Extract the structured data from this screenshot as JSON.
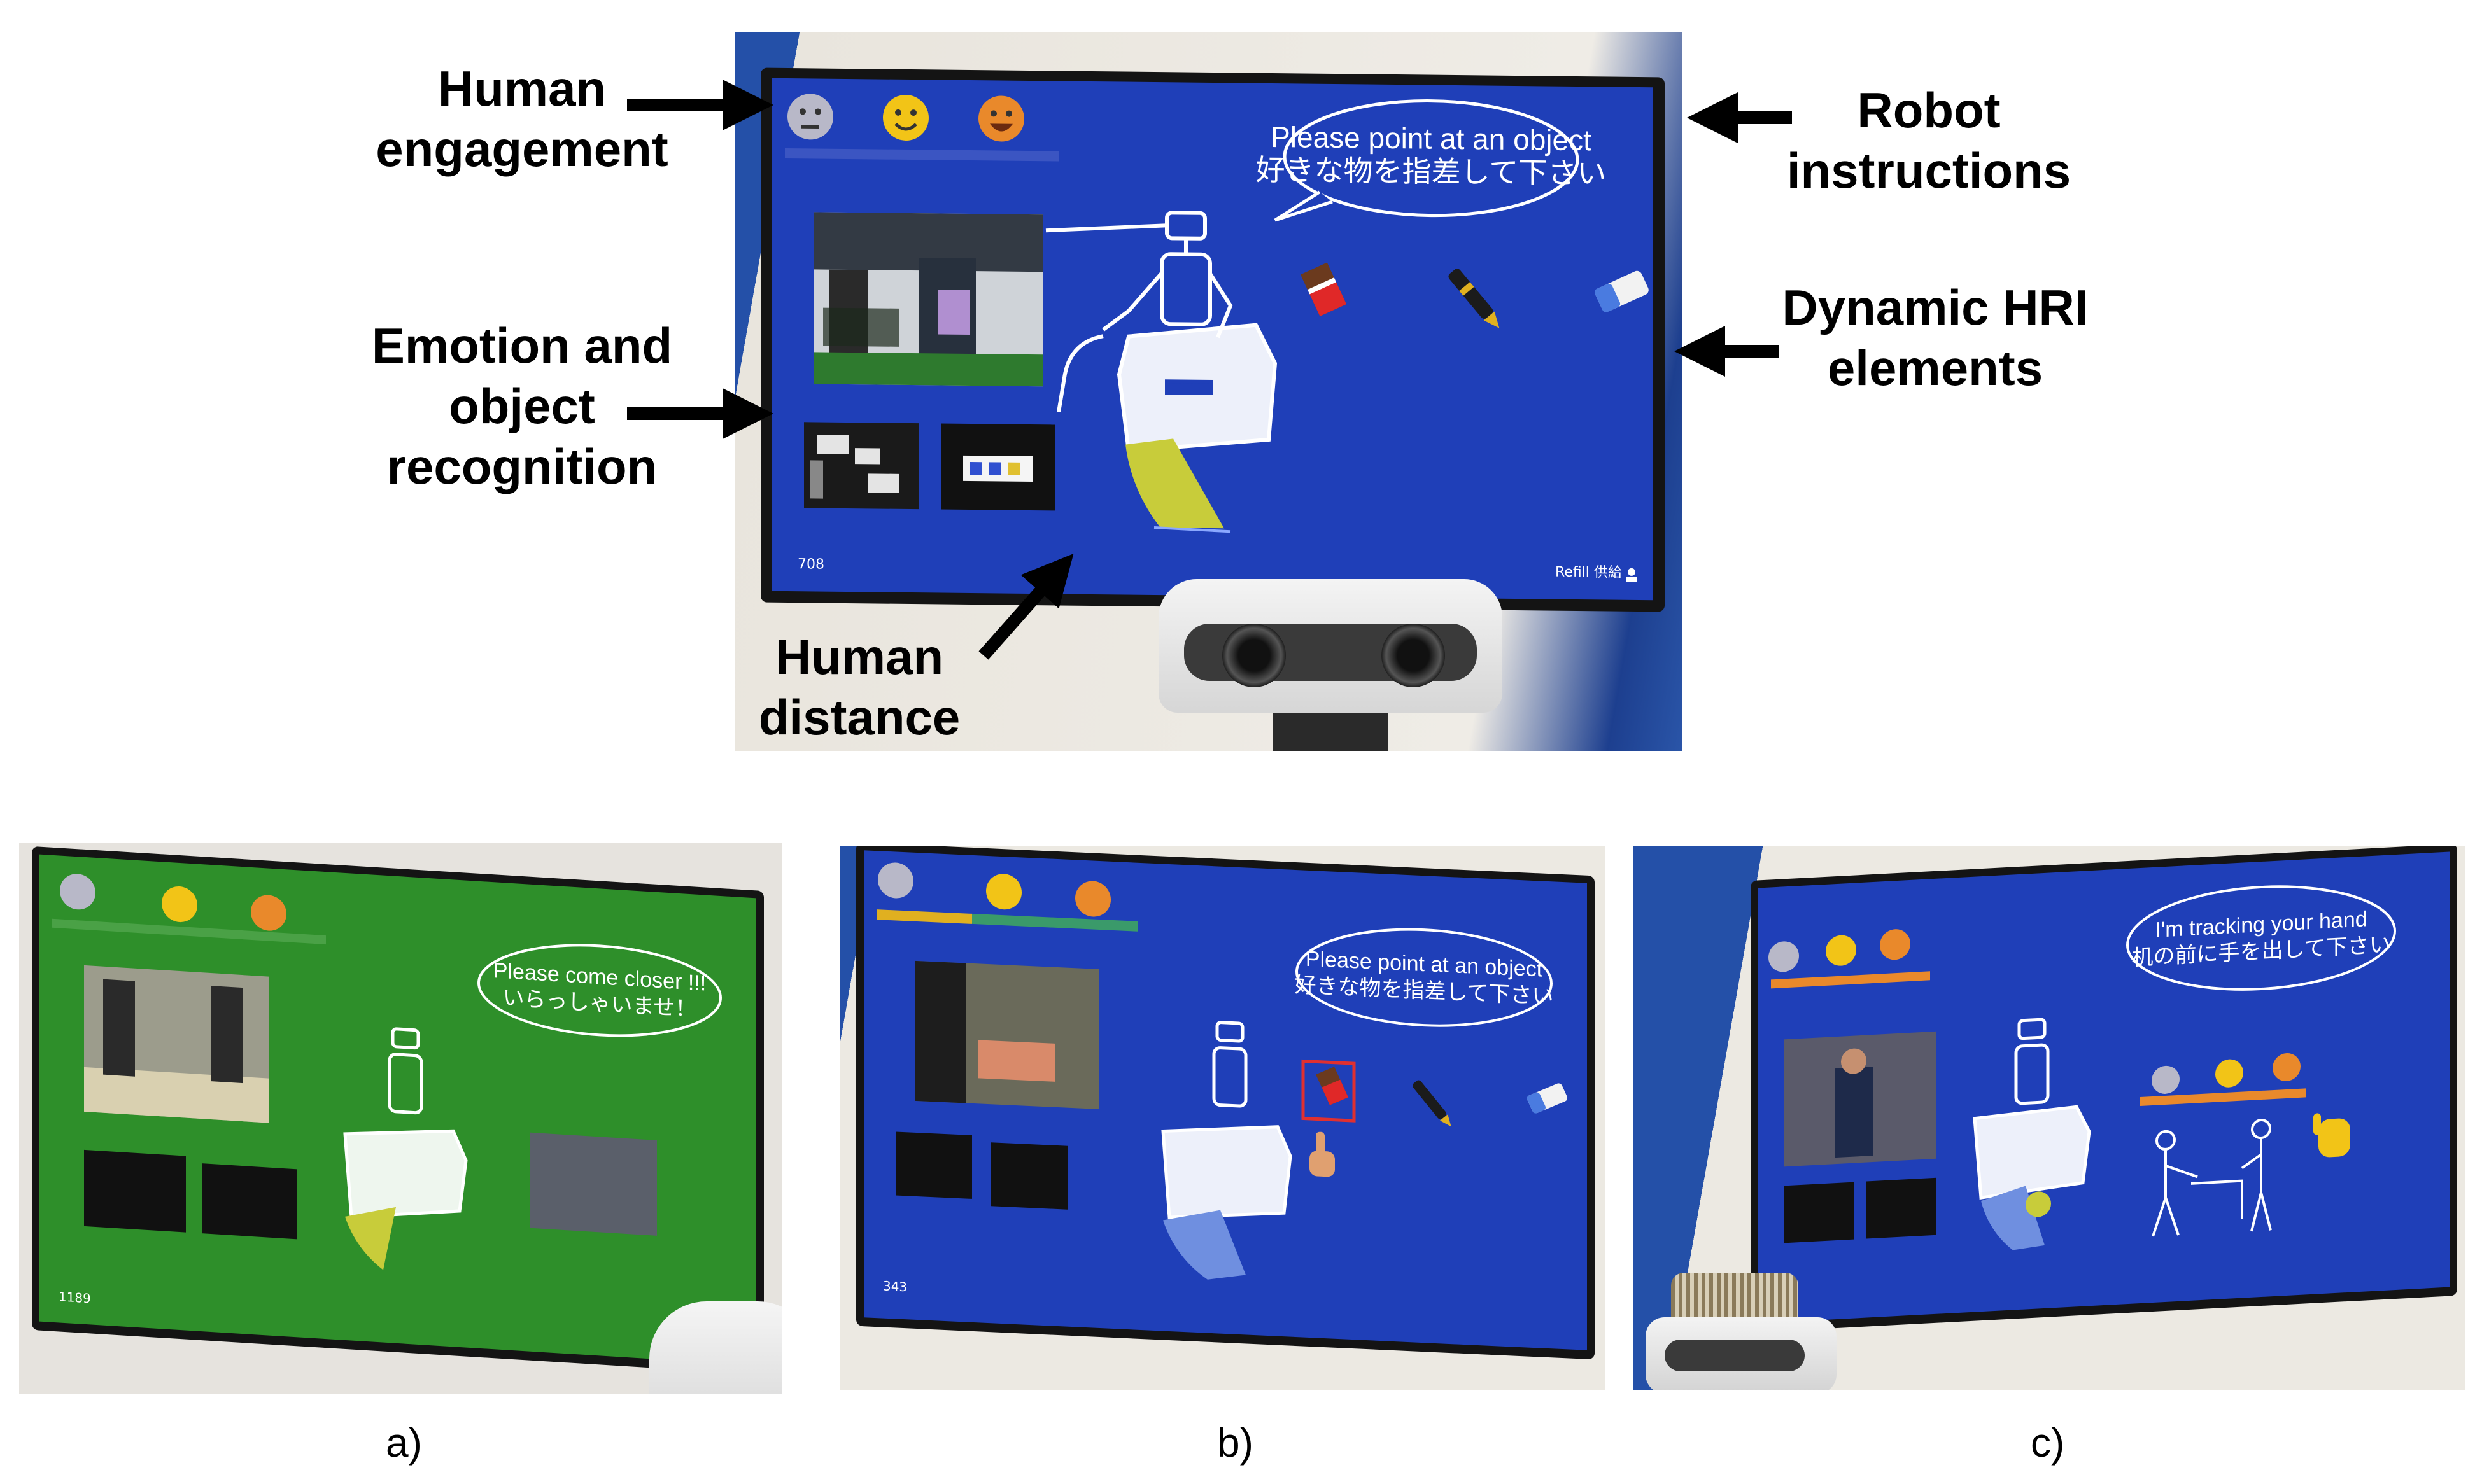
{
  "annotations": {
    "human_engagement": "Human\nengagement",
    "emotion_object": "Emotion and\nobject\nrecognition",
    "human_distance": "Human\ndistance",
    "robot_instructions": "Robot\ninstructions",
    "dynamic_hri": "Dynamic HRI\nelements"
  },
  "main_screen": {
    "bubble_en": "Please point at an object",
    "bubble_jp": "好きな物を指差して下さい",
    "counter": "708",
    "refill": "Refill 供給",
    "emotion_faces": [
      "neutral",
      "happy",
      "excited"
    ],
    "objects": [
      "chocolate-icon",
      "pen-icon",
      "eraser-icon"
    ]
  },
  "panel_a": {
    "bubble_en": "Please come closer !!!",
    "bubble_jp": "いらっしゃいませ！",
    "counter": "1189",
    "caption": "a)"
  },
  "panel_b": {
    "bubble_en": "Please point at an object",
    "bubble_jp": "好きな物を指差して下さい",
    "counter": "343",
    "caption": "b)"
  },
  "panel_c": {
    "bubble_en": "I'm tracking your hand",
    "bubble_jp": "机の前に手を出して下さい",
    "caption": "c)"
  },
  "colors": {
    "screen_blue": "#1f3fb8",
    "screen_green": "#2e8f2a",
    "distance_yellow": "#c8cc3a",
    "face_yellow": "#f2c417",
    "face_orange": "#e9892b",
    "face_grey": "#b8b8c8"
  }
}
